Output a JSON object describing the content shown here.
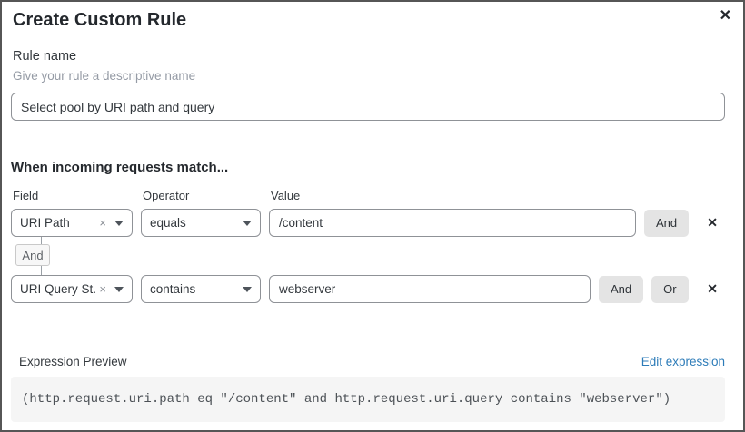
{
  "dialog": {
    "title": "Create Custom Rule"
  },
  "icons": {
    "close": "✕",
    "remove_row": "✕",
    "clear_selection": "×"
  },
  "rule_name": {
    "label": "Rule name",
    "helper": "Give your rule a descriptive name",
    "value": "Select pool by URI path and query"
  },
  "match": {
    "heading": "When incoming requests match...",
    "columns": {
      "field": "Field",
      "operator": "Operator",
      "value": "Value"
    },
    "connector_label": "And",
    "rows": [
      {
        "field": "URI Path",
        "operator": "equals",
        "value": "/content",
        "and_label": "And"
      },
      {
        "field": "URI Query St...",
        "operator": "contains",
        "value": "webserver",
        "and_label": "And",
        "or_label": "Or"
      }
    ]
  },
  "expression": {
    "label": "Expression Preview",
    "edit_link": "Edit expression",
    "code": "(http.request.uri.path eq \"/content\" and http.request.uri.query contains \"webserver\")"
  },
  "colors": {
    "link": "#2c7bb8",
    "input_border": "#8f9297",
    "button_bg": "#e4e4e4",
    "code_bg": "#f5f5f5",
    "dialog_border": "#565656"
  }
}
